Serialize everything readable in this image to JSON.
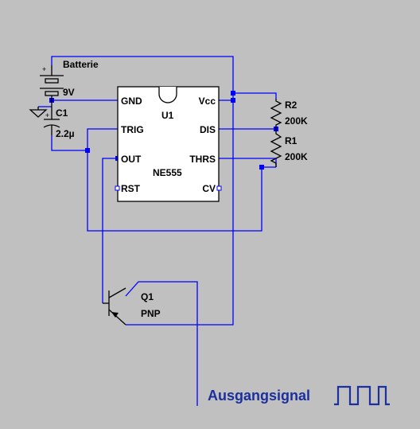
{
  "battery": {
    "name": "Batterie",
    "value": "9V",
    "plus": "+"
  },
  "capacitor": {
    "name": "C1",
    "value": "2.2µ",
    "plus": "+"
  },
  "ic": {
    "name": "U1",
    "type": "NE555",
    "pins": {
      "gnd": "GND",
      "trig": "TRIG",
      "out": "OUT",
      "rst": "RST",
      "vcc": "Vcc",
      "dis": "DIS",
      "thrs": "THRS",
      "cv": "CV"
    }
  },
  "r2": {
    "name": "R2",
    "value": "200K"
  },
  "r1": {
    "name": "R1",
    "value": "200K"
  },
  "transistor": {
    "name": "Q1",
    "type": "PNP"
  },
  "output": {
    "label": "Ausgangsignal"
  },
  "colors": {
    "background": "#c0c0c0",
    "wire": "#0000ff",
    "component": "#000000",
    "output_text": "#1b2f9e"
  }
}
